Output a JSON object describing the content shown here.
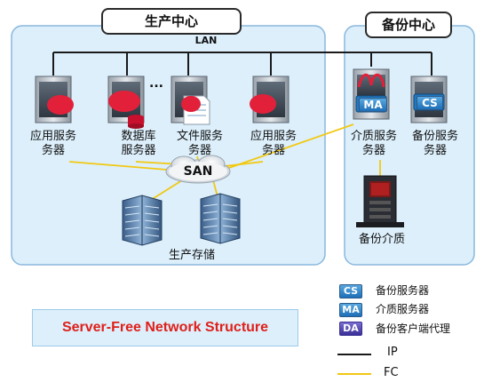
{
  "production_center": {
    "title": "生产中心"
  },
  "backup_center": {
    "title": "备份中心"
  },
  "network": {
    "lan_label": "LAN",
    "san_label": "SAN",
    "ellipsis": "..."
  },
  "nodes": {
    "app_server_1": "应用服务\n务器",
    "db_server": "数据库\n服务器",
    "file_server": "文件服务\n务器",
    "app_server_2": "应用服务\n务器",
    "media_server": "介质服务\n务器",
    "backup_server": "备份服务\n务器",
    "production_storage": "生产存储",
    "backup_media": "备份介质"
  },
  "badges": {
    "cs": "CS",
    "ma": "MA",
    "da": "DA"
  },
  "banner": {
    "text": "Server-Free  Network Structure"
  },
  "legend": {
    "cs_label": "备份服务器",
    "ma_label": "介质服务器",
    "da_label": "备份客户端代理",
    "ip_label": "IP",
    "fc_label": "FC"
  },
  "colors": {
    "ip_line": "#1a1a1a",
    "fc_line": "#f2c812",
    "panel_fill": "#dceffb",
    "panel_border": "#8ab8dd",
    "banner_text": "#e0201a"
  }
}
